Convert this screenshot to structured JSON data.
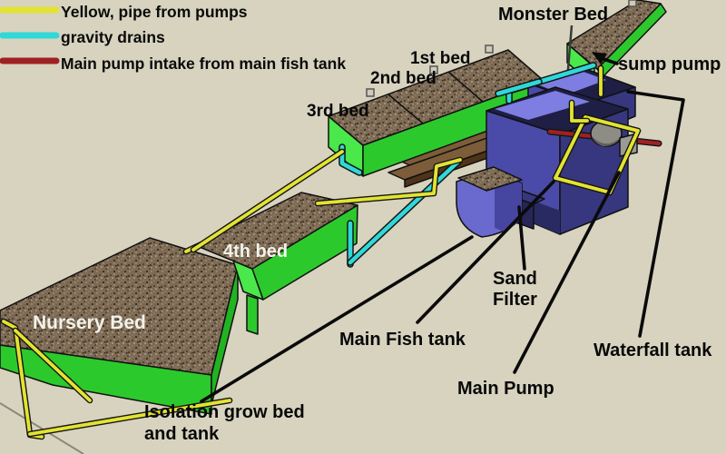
{
  "scene": {
    "description": "3D SketchUp-style aquaponics system layout diagram"
  },
  "legend": {
    "items": [
      {
        "label": "Yellow, pipe from pumps",
        "color": "#e3e332"
      },
      {
        "label": "gravity drains",
        "color": "#30d8d8"
      },
      {
        "label": "Main pump intake from main fish tank",
        "color": "#a02121"
      }
    ]
  },
  "labels": {
    "monster_bed": "Monster Bed",
    "sump_pump": "sump pump",
    "bed_1": "1st bed",
    "bed_2": "2nd bed",
    "bed_3": "3rd bed",
    "bed_4": "4th bed",
    "nursery_bed": "Nursery Bed",
    "main_fish_tank": "Main Fish tank",
    "sand_filter_line1": "Sand",
    "sand_filter_line2": "Filter",
    "waterfall_tank": "Waterfall tank",
    "main_pump": "Main Pump",
    "isolation_line1": "Isolation grow bed",
    "isolation_line2": "and tank"
  },
  "colors": {
    "background": "#d7d3bf",
    "bed_front_green": "#2cc92c",
    "bed_end_green": "#4ae84a",
    "gravel_brown": "#7d6b56",
    "plank_brown": "#7d5c3a",
    "tank_blue_front": "#4a4aa8",
    "tank_blue_side": "#37377f",
    "tank_interior": "#1f1f45",
    "pump_gray": "#8d8d85",
    "pipe_yellow": "#e3e332",
    "pipe_cyan": "#30d8d8",
    "pipe_red": "#a02121",
    "leader_black": "#0a0a0a",
    "label_white": "#f2f2ea"
  }
}
